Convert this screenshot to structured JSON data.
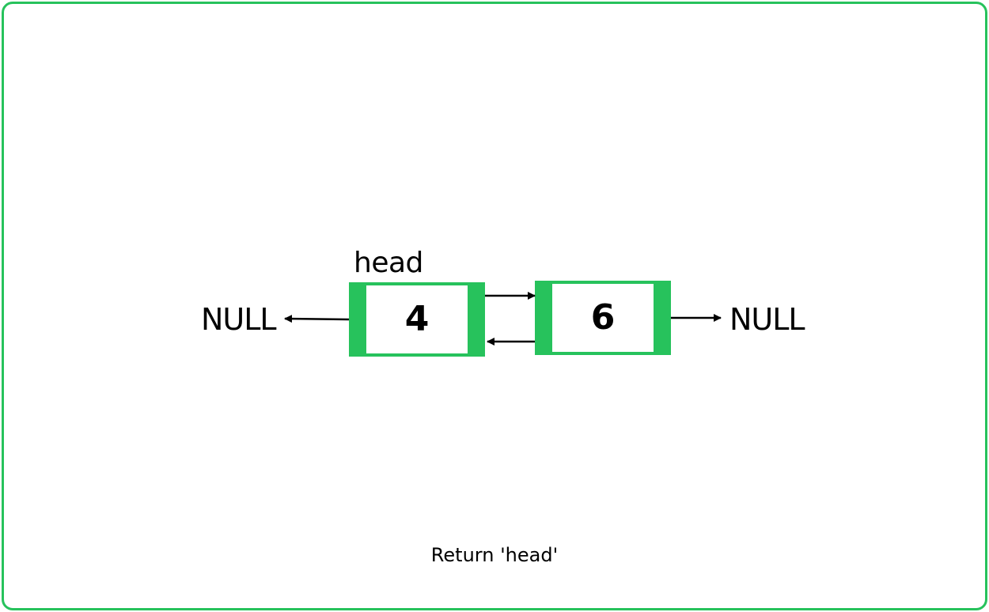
{
  "diagram": {
    "head_label": "head",
    "left_null": "NULL",
    "right_null": "NULL",
    "nodes": [
      {
        "value": "4"
      },
      {
        "value": "6"
      }
    ],
    "caption": "Return 'head'"
  },
  "colors": {
    "node_border": "#27c25c",
    "frame_border": "#27c25c",
    "arrow": "#000000"
  }
}
